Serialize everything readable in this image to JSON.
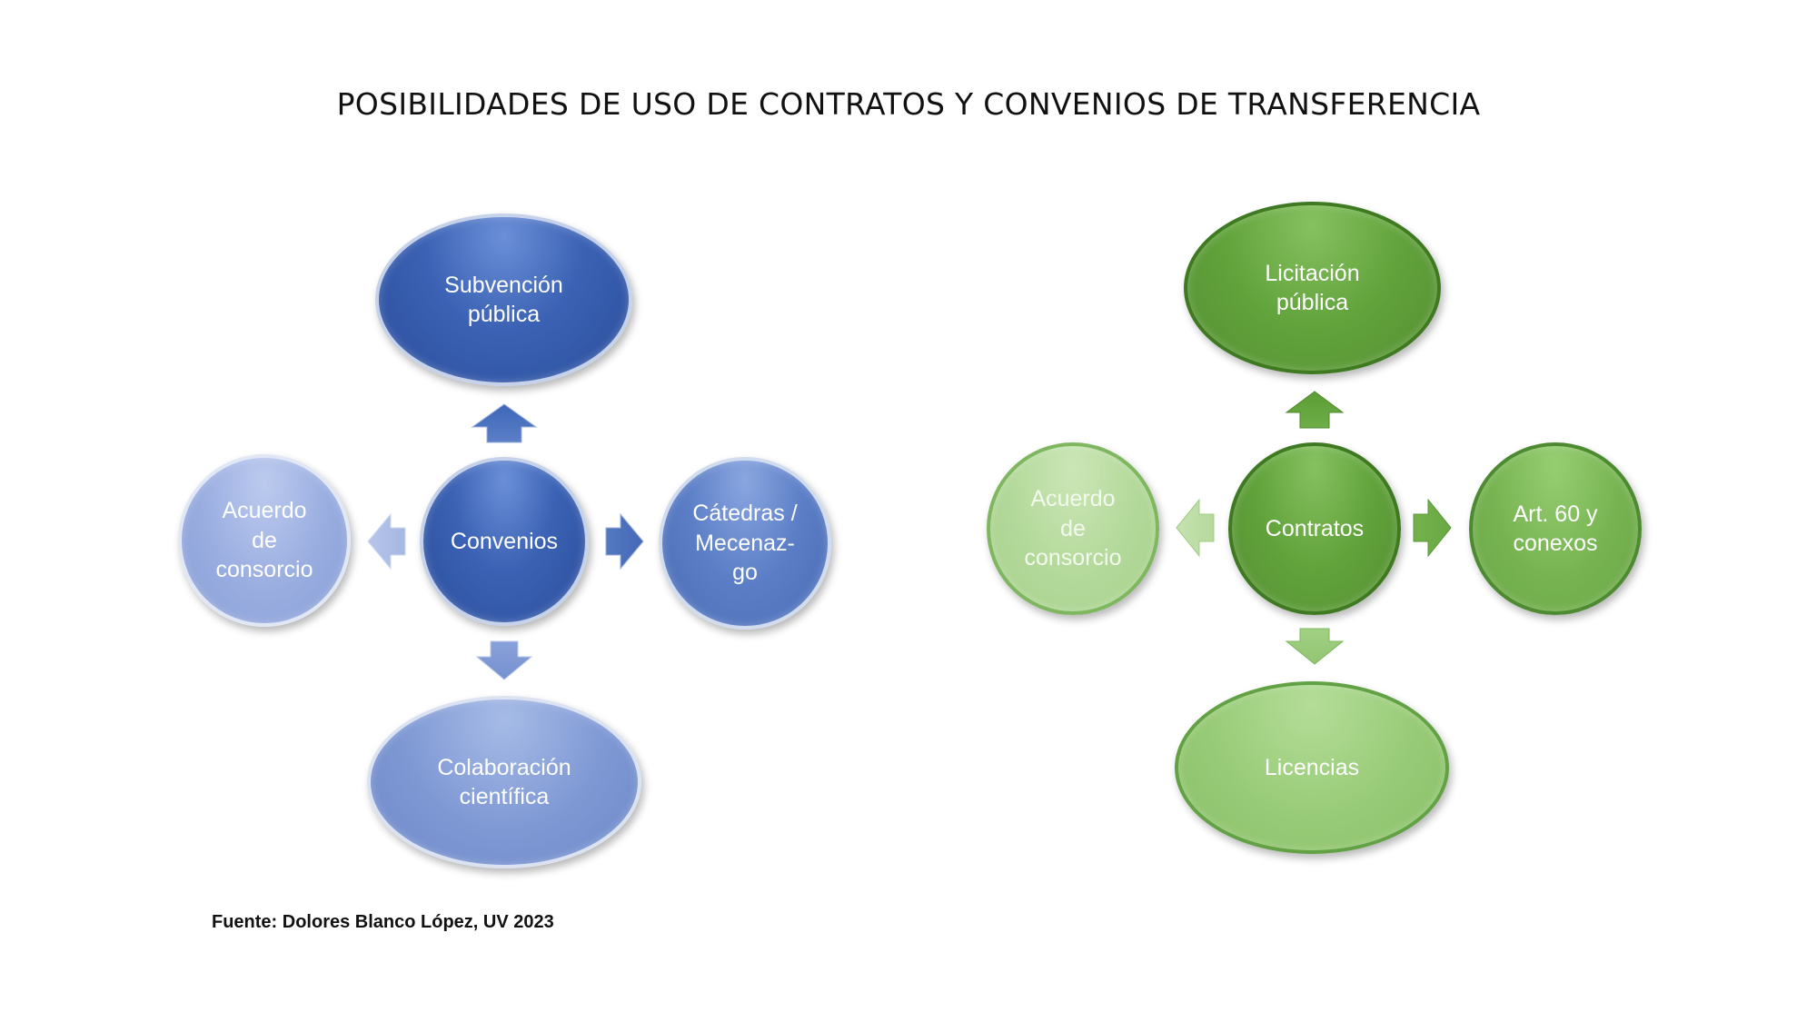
{
  "title": "POSIBILIDADES DE USO DE CONTRATOS Y CONVENIOS DE TRANSFERENCIA",
  "left_diagram": {
    "center": "Convenios",
    "top": "Subvención\npública",
    "right": "Cátedras /\nMecenaz-\ngo",
    "bottom": "Colaboración\ncientífica",
    "left": "Acuerdo\nde\nconsorcio",
    "color": "#3b62b4"
  },
  "right_diagram": {
    "center": "Contratos",
    "top": "Licitación\npública",
    "right": "Art. 60 y\nconexos",
    "bottom": "Licencias",
    "left": "Acuerdo\nde\nconsorcio",
    "color": "#62a33c"
  },
  "source": "Fuente: Dolores Blanco López, UV 2023"
}
